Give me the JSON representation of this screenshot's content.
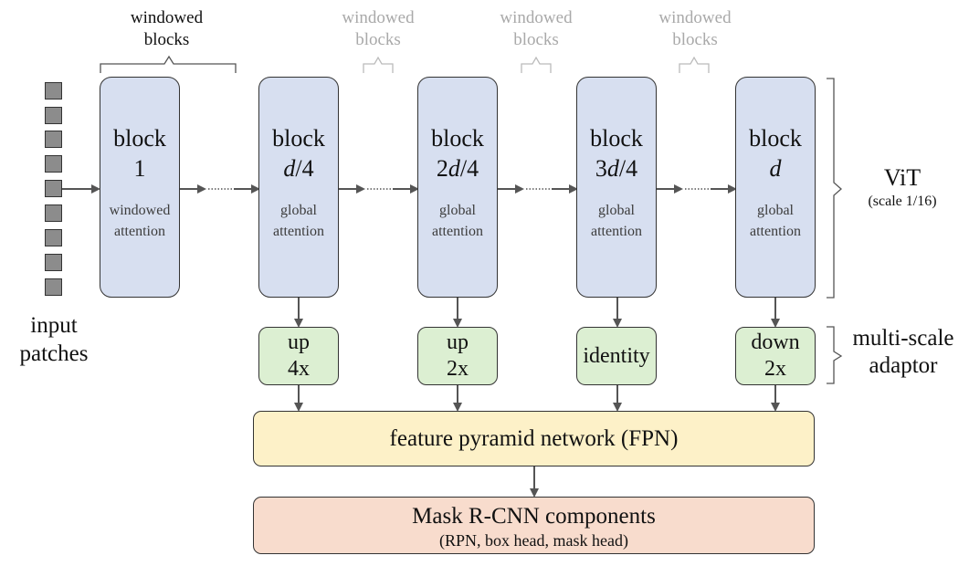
{
  "top_labels": {
    "first": "windowed blocks",
    "faded": [
      "windowed blocks",
      "windowed blocks",
      "windowed blocks"
    ]
  },
  "blocks": [
    {
      "title_line1": "block",
      "title_line2_prefix": "",
      "title_line2_var": "",
      "title_line2_suffix": "1",
      "subtitle": "windowed attention"
    },
    {
      "title_line1": "block",
      "title_line2_prefix": "",
      "title_line2_var": "d",
      "title_line2_suffix": "/4",
      "subtitle": "global attention"
    },
    {
      "title_line1": "block",
      "title_line2_prefix": "2",
      "title_line2_var": "d",
      "title_line2_suffix": "/4",
      "subtitle": "global attention"
    },
    {
      "title_line1": "block",
      "title_line2_prefix": "3",
      "title_line2_var": "d",
      "title_line2_suffix": "/4",
      "subtitle": "global attention"
    },
    {
      "title_line1": "block",
      "title_line2_prefix": "",
      "title_line2_var": "d",
      "title_line2_suffix": "",
      "subtitle": "global attention"
    }
  ],
  "adaptors": [
    "up 4x",
    "up 2x",
    "identity",
    "down 2x"
  ],
  "input_label": "input patches",
  "vit_label": "ViT",
  "vit_sublabel": "(scale 1/16)",
  "adaptor_label": "multi-scale adaptor",
  "fpn_label": "feature pyramid network (FPN)",
  "mask_title": "Mask R-CNN components",
  "mask_subtitle": "(RPN, box head, mask head)",
  "colors": {
    "block_fill": "#d7dff0",
    "adaptor_fill": "#dcefd2",
    "fpn_fill": "#fdf1c8",
    "mask_fill": "#f8dccd",
    "patch_fill": "#8c8c8c",
    "arrow": "#555555",
    "faded_text": "#a9a9a9"
  }
}
